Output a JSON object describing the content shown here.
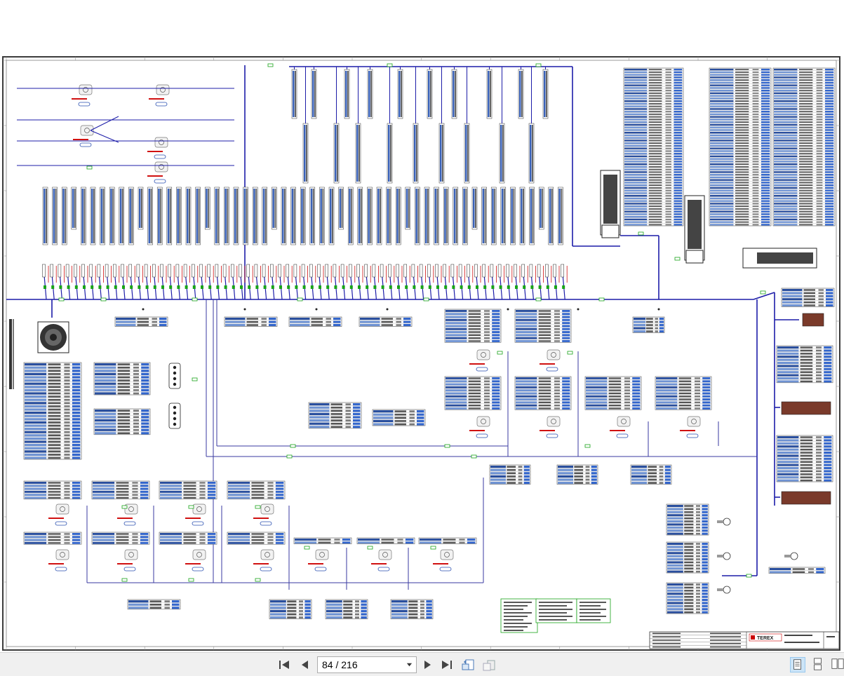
{
  "document": {
    "current_page": "84",
    "total_pages": "216",
    "page_display": "84 / 216",
    "brand_name": "TEREX"
  },
  "toolbar": {
    "first_icon": "first-page-icon",
    "prev_icon": "previous-page-icon",
    "next_icon": "next-page-icon",
    "last_icon": "last-page-icon",
    "rotate_icon": "rotate-icon",
    "fit_icon": "fit-page-icon",
    "view_icons": [
      "single-page-view-icon",
      "continuous-view-icon",
      "two-page-view-icon"
    ]
  },
  "colors": {
    "wire": "#1c1ca8",
    "component_red": "#d01010",
    "connector_green": "#19a319",
    "table_border": "#333333",
    "toolbar_bg": "#f0f0f0",
    "active_view": "#cce4f7"
  }
}
